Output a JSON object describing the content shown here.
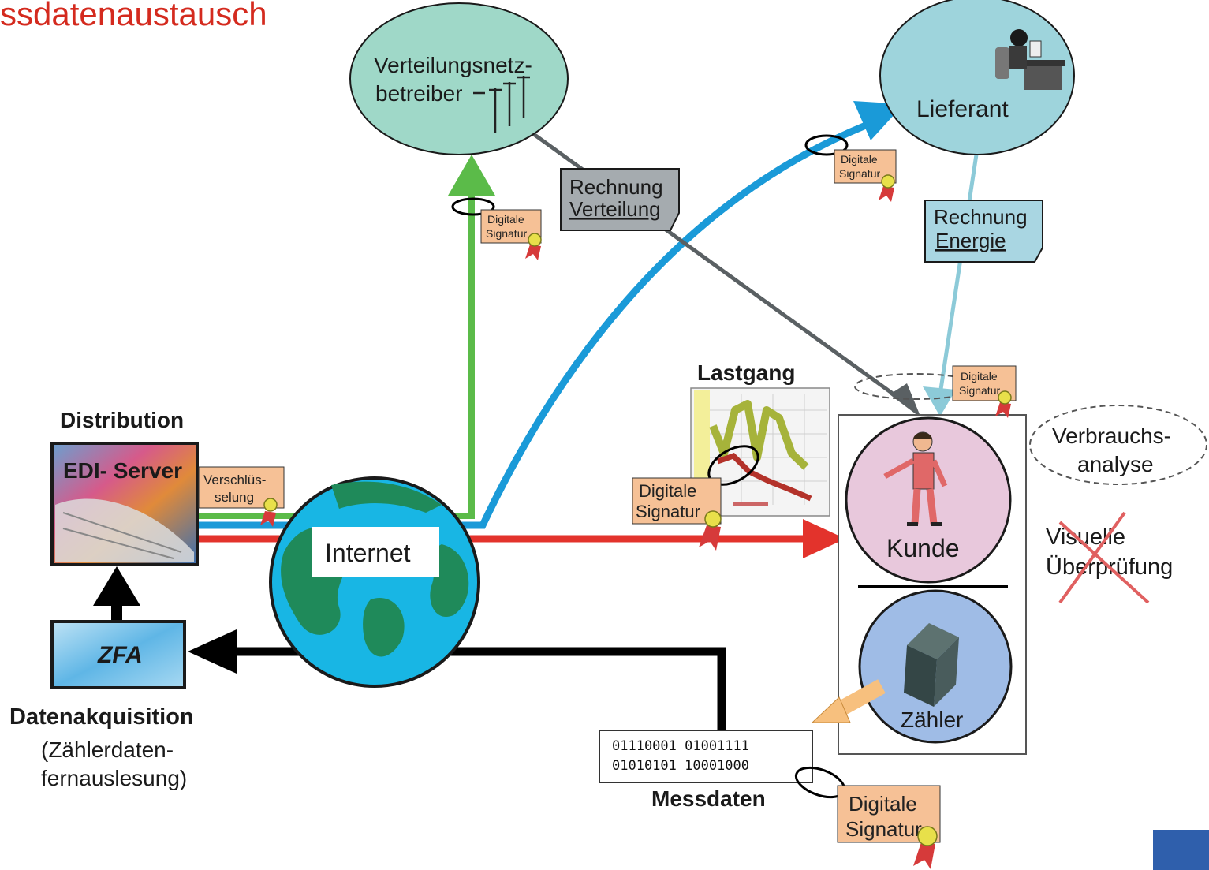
{
  "title": "ssdatenaustausch",
  "colors": {
    "title": "#d42a1e",
    "green_arrow": "#5bbb49",
    "blue_arrow": "#1a9ad8",
    "red_arrow": "#e3332c",
    "black_arrow": "#000000",
    "grey_arrow": "#5a6063",
    "lightblue_arrow": "#8ccad8",
    "vnb_ellipse": "#9fd8c8",
    "lieferant_ellipse": "#9ed4dc",
    "kunde_circle": "#e8c8dc",
    "zaehler_circle": "#9fbce6",
    "signature_box": "#f6c196",
    "corner_square": "#2f5fac"
  },
  "nodes": {
    "vnb_line1": "Verteilungsnetz-",
    "vnb_line2": "betreiber",
    "lieferant": "Lieferant",
    "internet": "Internet",
    "distribution": "Distribution",
    "edi_server": "EDI- Server",
    "zfa": "ZFA",
    "datenakquisition": "Datenakquisition",
    "zaehler_fern_line1": "(Zählerdaten-",
    "zaehler_fern_line2": "fernauslesung)",
    "kunde": "Kunde",
    "zaehler": "Zähler",
    "lastgang": "Lastgang",
    "messdaten": "Messdaten",
    "messdaten_bits_line1": "01110001   01001111",
    "messdaten_bits_line2": "01010101   10001000",
    "verbrauch_line1": "Verbrauchs-",
    "verbrauch_line2": "analyse",
    "visuell_line1": "Visuelle",
    "visuell_line2": "Überprüfung"
  },
  "notes": {
    "rechnung_verteilung_line1": "Rechnung",
    "rechnung_verteilung_line2": "Verteilung",
    "rechnung_energie_line1": "Rechnung",
    "rechnung_energie_line2": "Energie"
  },
  "signatures": {
    "line1": "Digitale",
    "line2": "Signatur",
    "verschl_line1": "Verschlüs-",
    "verschl_line2": "selung"
  }
}
